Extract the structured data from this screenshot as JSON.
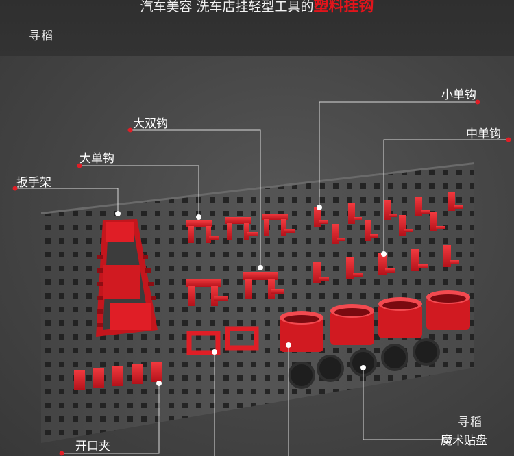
{
  "header": {
    "headline_prefix": "汽车美容 洗车店挂轻型工具的",
    "headline_accent": "塑料挂钩"
  },
  "watermark": {
    "top": "寻稻",
    "bottom": "寻稻"
  },
  "labels": {
    "wrench_rack": "扳手架",
    "large_single_hook": "大单钩",
    "large_double_hook": "大双钩",
    "small_single_hook": "小单钩",
    "medium_single_hook": "中单钩",
    "open_clip": "开口夹",
    "magic_suction_pad": "魔术贴盘"
  },
  "colors": {
    "accessory_red": "#e01e26",
    "pegboard": "#505050",
    "leader_line": "#d9d9d9"
  }
}
